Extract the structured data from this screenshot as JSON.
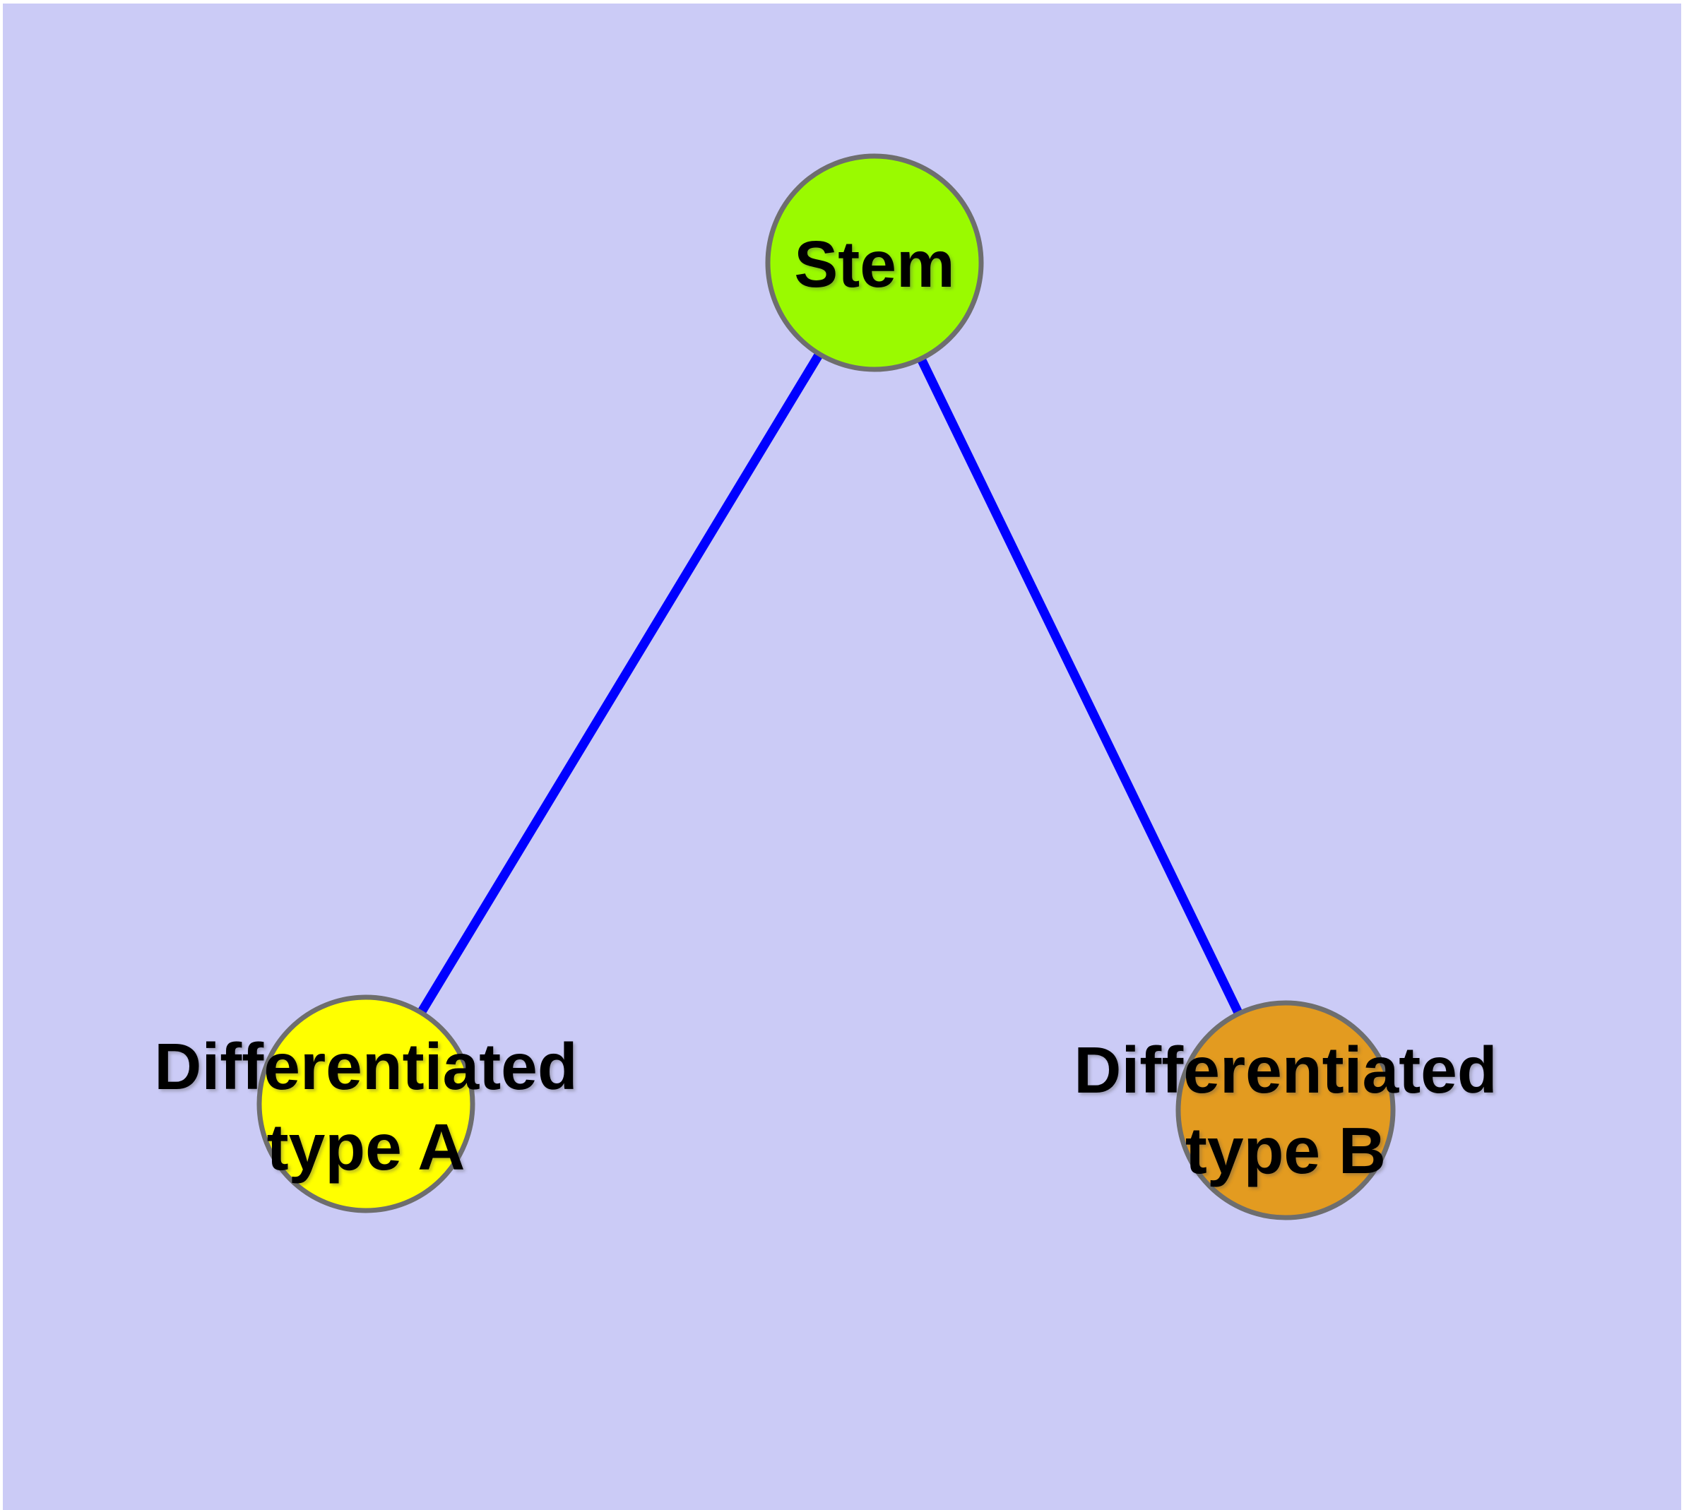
{
  "diagram": {
    "type": "graph",
    "description": "Cell differentiation hierarchy: one stem node linked to two differentiated cell type nodes",
    "background_color": "#CBCBF6",
    "margin_color": "#FFFFFF",
    "edge_color": "#0000FF",
    "node_border_color": "#6E6E6E",
    "label_color": "#000000",
    "nodes": [
      {
        "id": "stem",
        "label": "Stem",
        "color": "#9AFA00"
      },
      {
        "id": "type-a",
        "label": "Differentiated type A",
        "label_line1": "Differentiated",
        "label_line2": "type A",
        "color": "#FFFF00"
      },
      {
        "id": "type-b",
        "label": "Differentiated type B",
        "label_line1": "Differentiated",
        "label_line2": "type B",
        "color": "#E39B20"
      }
    ],
    "edges": [
      {
        "from": "Stem",
        "to": "Differentiated type A"
      },
      {
        "from": "Stem",
        "to": "Differentiated type B"
      }
    ]
  }
}
